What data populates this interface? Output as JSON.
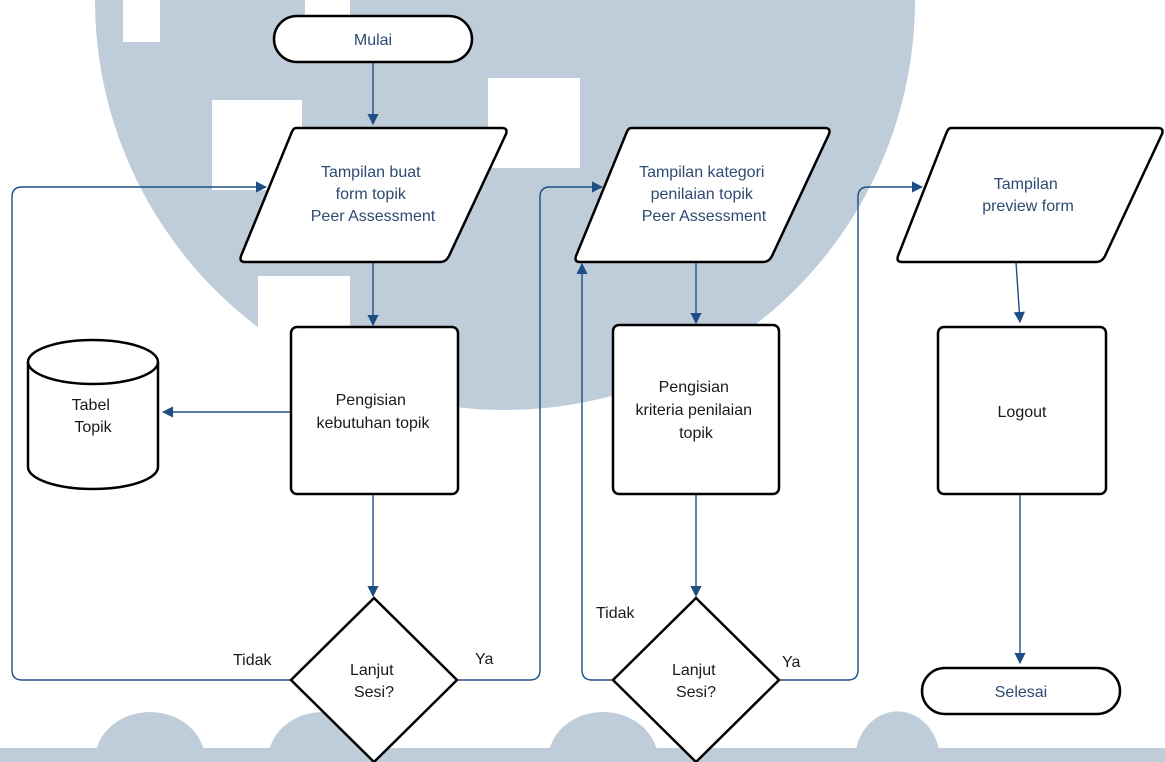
{
  "colors": {
    "watermark": "#bfcddb",
    "connector": "#1f4e85",
    "shape_border": "#000000",
    "text": "#1a1a1a",
    "terminal_text": "#2e4a73"
  },
  "nodes": {
    "start": "Mulai",
    "io_form": [
      "Tampilan buat",
      "form topik",
      "Peer Assessment"
    ],
    "proc_fill_needs": [
      "Pengisian",
      "kebutuhan topik"
    ],
    "db_topic": [
      "Tabel",
      "Topik"
    ],
    "decision_1": [
      "Lanjut",
      "Sesi?"
    ],
    "io_category": [
      "Tampilan kategori",
      "penilaian topik",
      "Peer Assessment"
    ],
    "proc_fill_criteria": [
      "Pengisian",
      "kriteria penilaian",
      "topik"
    ],
    "decision_2": [
      "Lanjut",
      "Sesi?"
    ],
    "io_preview": [
      "Tampilan",
      "preview form"
    ],
    "proc_logout": "Logout",
    "end": "Selesai"
  },
  "edge_labels": {
    "d1_no": "Tidak",
    "d1_yes": "Ya",
    "d2_no": "Tidak",
    "d2_yes": "Ya"
  }
}
